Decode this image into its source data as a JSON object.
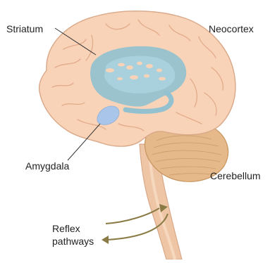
{
  "labels": {
    "striatum": "Striatum",
    "neocortex": "Neocortex",
    "amygdala": "Amygdala",
    "cerebellum": "Cerebellum",
    "reflex_line1": "Reflex",
    "reflex_line2": "pathways"
  },
  "colors": {
    "cortex_fill": "#f8d3b8",
    "cortex_stroke": "#d9a888",
    "sulci": "#e2ab8a",
    "striatum_fill": "#93c1cf",
    "striatum_light": "#a9d1dd",
    "amygdala_fill": "#a9c5ea",
    "cerebellum_fill": "#e5b98a",
    "brainstem_fill": "#eec6a6",
    "pathway_arrow": "#8a7a45",
    "leader_line": "#333333"
  }
}
